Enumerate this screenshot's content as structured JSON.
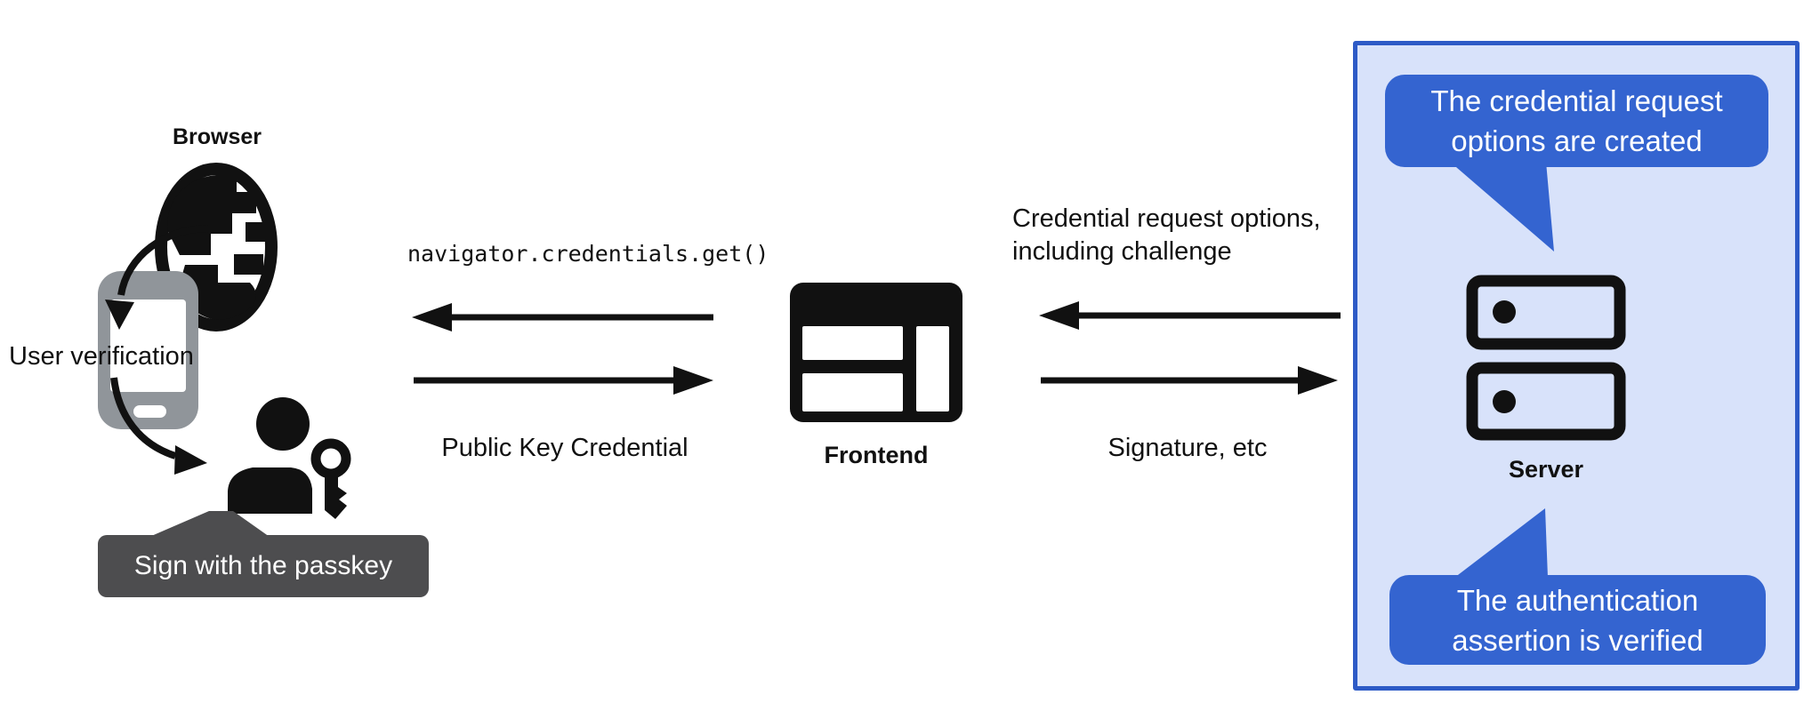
{
  "left": {
    "browser_label": "Browser",
    "user_verification": "User verification",
    "tooltip": "Sign with the passkey"
  },
  "middle": {
    "code_call": "navigator.credentials.get()",
    "public_key_credential": "Public Key Credential",
    "frontend_label": "Frontend"
  },
  "right": {
    "request_lines": [
      "Credential request options,",
      "including challenge"
    ],
    "signature": "Signature, etc"
  },
  "panel": {
    "server_label": "Server",
    "bubble_top_lines": [
      "The credential request",
      "options are created"
    ],
    "bubble_bottom_lines": [
      "The authentication",
      "assertion is verified"
    ]
  },
  "icons": {
    "browser": "globe-icon",
    "verification_device": "smartphone-icon",
    "user": "person-icon",
    "passkey": "key-icon",
    "frontend": "browser-window-icon",
    "server": "server-stack-icon"
  },
  "colors": {
    "bubble_blue": "#3464d0",
    "box_border": "#2d5ac6",
    "box_fill": "#d8e2fa",
    "tooltip_gray": "#4d4d4f",
    "phone_gray": "#90959a",
    "ink": "#111111",
    "white": "#ffffff"
  }
}
